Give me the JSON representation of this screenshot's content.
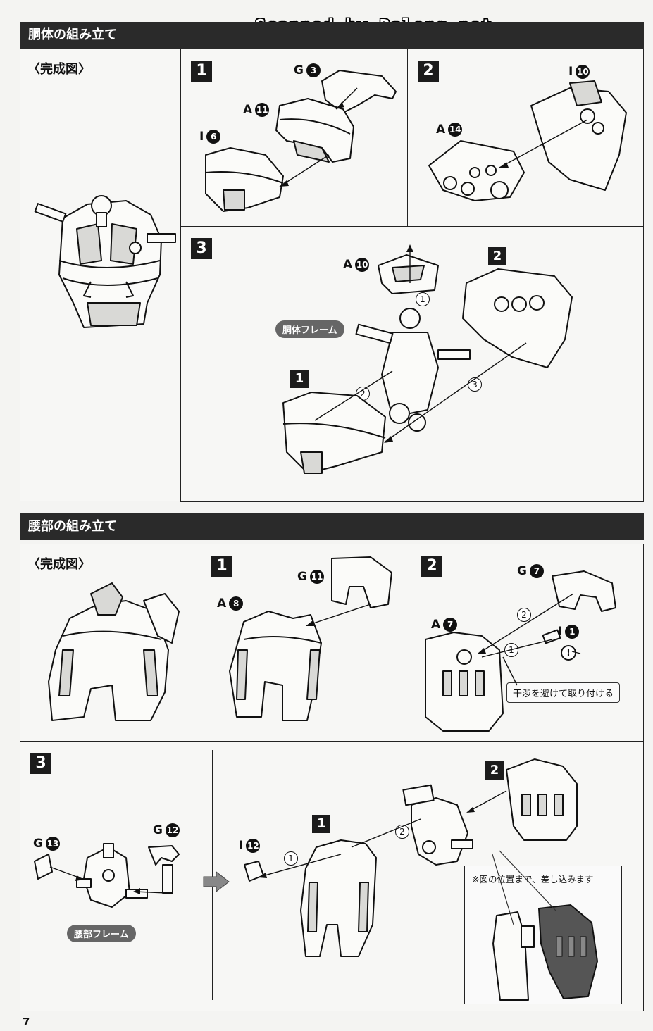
{
  "watermark": "Scanned by Dalong.net",
  "page_number": "7",
  "torso": {
    "title": "胴体の組み立て",
    "complete_label": "〈完成図〉",
    "step1": {
      "num": "1",
      "parts": [
        {
          "letter": "G",
          "num": "3"
        },
        {
          "letter": "A",
          "num": "11"
        },
        {
          "letter": "I",
          "num": "6"
        }
      ]
    },
    "step2": {
      "num": "2",
      "parts": [
        {
          "letter": "I",
          "num": "10"
        },
        {
          "letter": "A",
          "num": "14"
        }
      ]
    },
    "step3": {
      "num": "3",
      "frame_label": "胴体フレーム",
      "ref1": "1",
      "ref2": "2",
      "part": {
        "letter": "A",
        "num": "10"
      },
      "order": [
        "1",
        "2",
        "3"
      ]
    }
  },
  "waist": {
    "title": "腰部の組み立て",
    "complete_label": "〈完成図〉",
    "step1": {
      "num": "1",
      "parts": [
        {
          "letter": "G",
          "num": "11"
        },
        {
          "letter": "A",
          "num": "8"
        }
      ]
    },
    "step2": {
      "num": "2",
      "parts": [
        {
          "letter": "G",
          "num": "7"
        },
        {
          "letter": "A",
          "num": "7"
        },
        {
          "letter": "I",
          "num": "1"
        }
      ],
      "note": "干渉を避けて取り付ける",
      "order": [
        "1",
        "2"
      ],
      "caution": "!"
    },
    "step3": {
      "num": "3",
      "frame_label": "腰部フレーム",
      "parts": [
        {
          "letter": "G",
          "num": "13"
        },
        {
          "letter": "G",
          "num": "12"
        },
        {
          "letter": "I",
          "num": "12"
        }
      ],
      "ref1": "1",
      "ref2": "2",
      "order": [
        "1",
        "2"
      ],
      "note": "※図の位置まで、差し込みます"
    }
  }
}
